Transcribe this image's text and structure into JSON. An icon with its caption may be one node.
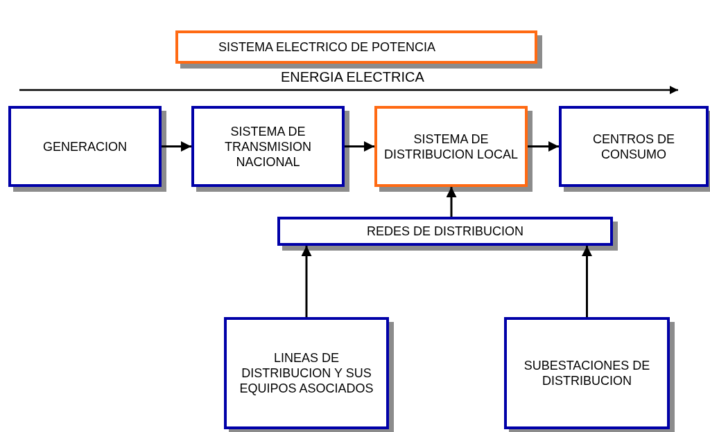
{
  "diagram": {
    "nodes": [
      {
        "text": [
          "SISTEMA ELECTRICO DE POTENCIA"
        ]
      },
      {
        "text": [
          "GENERACION"
        ]
      },
      {
        "text": [
          "SISTEMA DE TRANSMISION NACIONAL"
        ]
      },
      {
        "text": [
          "SISTEMA DE DISTRIBUCION LOCAL"
        ]
      },
      {
        "text": [
          "CENTROS DE CONSUMO"
        ]
      },
      {
        "text": [
          "REDES DE DISTRIBUCION"
        ]
      },
      {
        "text": [
          "LINEAS DE DISTRIBUCION Y SUS EQUIPOS ASOCIADOS"
        ]
      },
      {
        "text": [
          "SUBESTACIONES DE DISTRIBUCION"
        ]
      }
    ],
    "edges": [
      {
        "from": 1,
        "to": 2,
        "arrow": "to"
      },
      {
        "from": 2,
        "to": 3,
        "arrow": "to"
      },
      {
        "from": 3,
        "to": 4,
        "arrow": "to"
      },
      {
        "from": 5,
        "to": 3,
        "arrow": "to"
      },
      {
        "from": 6,
        "to": 5,
        "arrow": "to"
      },
      {
        "from": 7,
        "to": 5,
        "arrow": "to"
      }
    ],
    "labels": [
      "ENERGIA ELECTRICA"
    ]
  }
}
